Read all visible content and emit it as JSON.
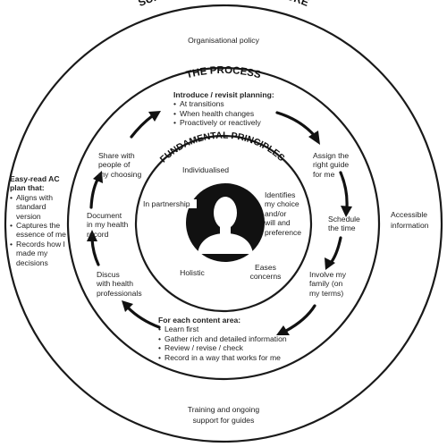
{
  "outer_ring": {
    "title": "SUPPORTIVE INFRASTRUCTURE",
    "top_note": "Organisational policy",
    "right_note": [
      "Accessible",
      "information"
    ],
    "bottom_note": [
      "Training and ongoing",
      "support for guides"
    ],
    "left_block": {
      "heading": [
        "Easy-read AC",
        "plan that:"
      ],
      "items": [
        [
          "Aligns with",
          "standard",
          "version"
        ],
        [
          "Captures the",
          "essence of me"
        ],
        [
          "Records how I",
          "made my",
          "decisions"
        ]
      ]
    }
  },
  "middle_ring": {
    "title": "THE PROCESS",
    "top_block": {
      "heading": "Introduce / revisit planning:",
      "items": [
        "At transitions",
        "When health changes",
        "Proactively or reactively"
      ]
    },
    "bottom_block": {
      "heading": "For each content area:",
      "items": [
        "Learn first",
        "Gather rich and detailed information",
        "Review / revise / check",
        "Record in a way that works for me"
      ]
    },
    "steps": {
      "assign": [
        "Assign the",
        "right guide",
        "for me"
      ],
      "schedule": [
        "Schedule",
        "the time"
      ],
      "involve": [
        "Involve my",
        "family (on",
        "my terms)"
      ],
      "discuss": [
        "Discus",
        "with health",
        "professionals"
      ],
      "document": [
        "Document",
        "in my health",
        "record"
      ],
      "share": [
        "Share with",
        "people of",
        "my choosing"
      ]
    }
  },
  "inner_ring": {
    "title": "FUNDAMENTAL PRINCIPLES",
    "individualised": "Individualised",
    "partnership": "In partnership",
    "identifies": [
      "Identifies",
      "my choice",
      "and/or",
      "will and",
      "preference"
    ],
    "holistic": "Holistic",
    "eases": [
      "Eases",
      "concerns"
    ],
    "person_icon": "person-silhouette-icon"
  },
  "colors": {
    "ring_stroke": "#1a1a1a",
    "arrow": "#111111",
    "person": "#111111",
    "text": "#222222"
  }
}
